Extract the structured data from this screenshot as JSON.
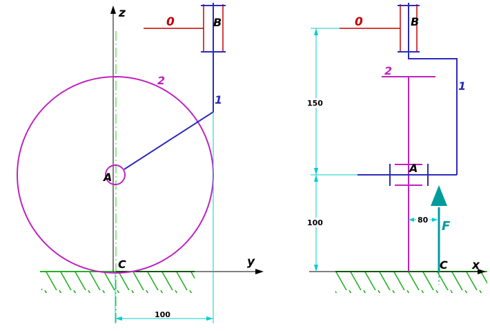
{
  "colors": {
    "frame_0": "#c00000",
    "link_1": "#2a2ab8",
    "wheel_2": "#c020c0",
    "ground": "#22b022",
    "axis_dash": "#22cc22",
    "dimension": "#00cccc",
    "force": "#009b9b",
    "ink": "#000000"
  },
  "left_view": {
    "axis_z": "z",
    "axis_y": "y",
    "frame_label": "0",
    "point_b": "B",
    "link_label": "1",
    "wheel_label": "2",
    "point_a": "A",
    "point_c": "C",
    "dim_horizontal": "100"
  },
  "right_view": {
    "axis_x": "x",
    "frame_label": "0",
    "point_b": "B",
    "link_label": "1",
    "wheel_label": "2",
    "point_a": "A",
    "point_c": "C",
    "force_label": "F",
    "dim_upper": "150",
    "dim_lower": "100",
    "dim_offset": "80"
  }
}
